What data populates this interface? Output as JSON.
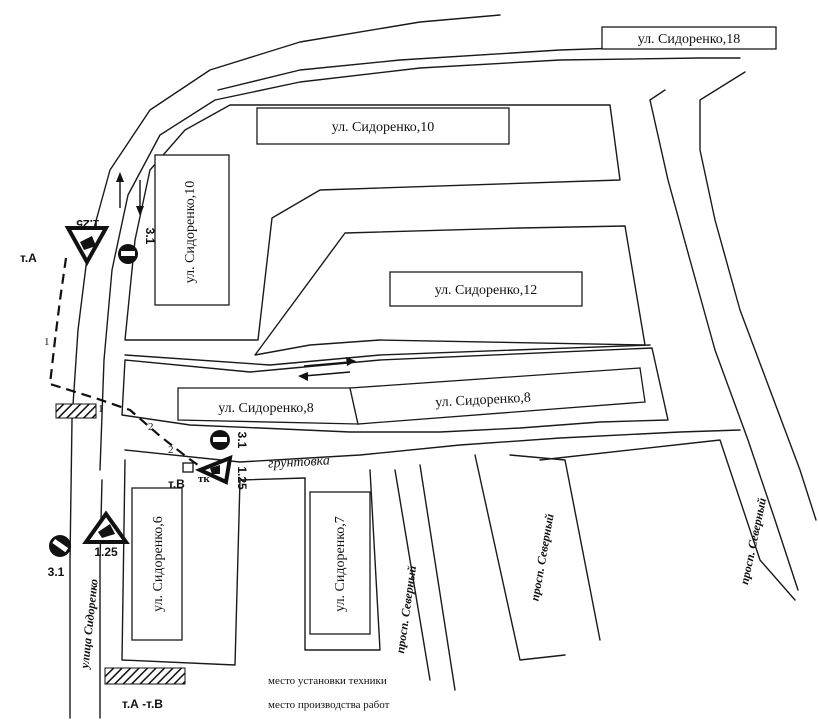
{
  "buildings": {
    "b18": "ул. Сидоренко,18",
    "b10_horizontal": "ул. Сидоренко,10",
    "b10_vertical": "ул. Сидоренко,10",
    "b12": "ул. Сидоренко,12",
    "b8_left": "ул. Сидоренко,8",
    "b8_right": "ул. Сидоренко,8",
    "b6": "ул. Сидоренко,6",
    "b7": "ул. Сидоренко,7"
  },
  "streets": {
    "unpaved": "грунтовка",
    "sidorenko_street": "улица  Сидоренко",
    "severny_1": "просп. Северный",
    "severny_2": "просп. Северный",
    "severny_3": "просп. Северный"
  },
  "points": {
    "point_a": "т.А",
    "point_b": "т.В",
    "tk": "тк"
  },
  "signs": {
    "sign_125_top": "1.25",
    "sign_31_top": "3.1",
    "sign_31_mid": "3.1",
    "sign_125_mid": "1.25",
    "sign_31_bottom": "3.1",
    "sign_125_bottom": "1.25"
  },
  "route_segments": [
    "1",
    "1",
    "2",
    "2"
  ],
  "legend": {
    "equipment_label": "место установки техники",
    "range_label": "т.А -т.В",
    "work_label": "место производства работ"
  },
  "colors": {
    "ink": "#111111",
    "background": "#ffffff"
  }
}
